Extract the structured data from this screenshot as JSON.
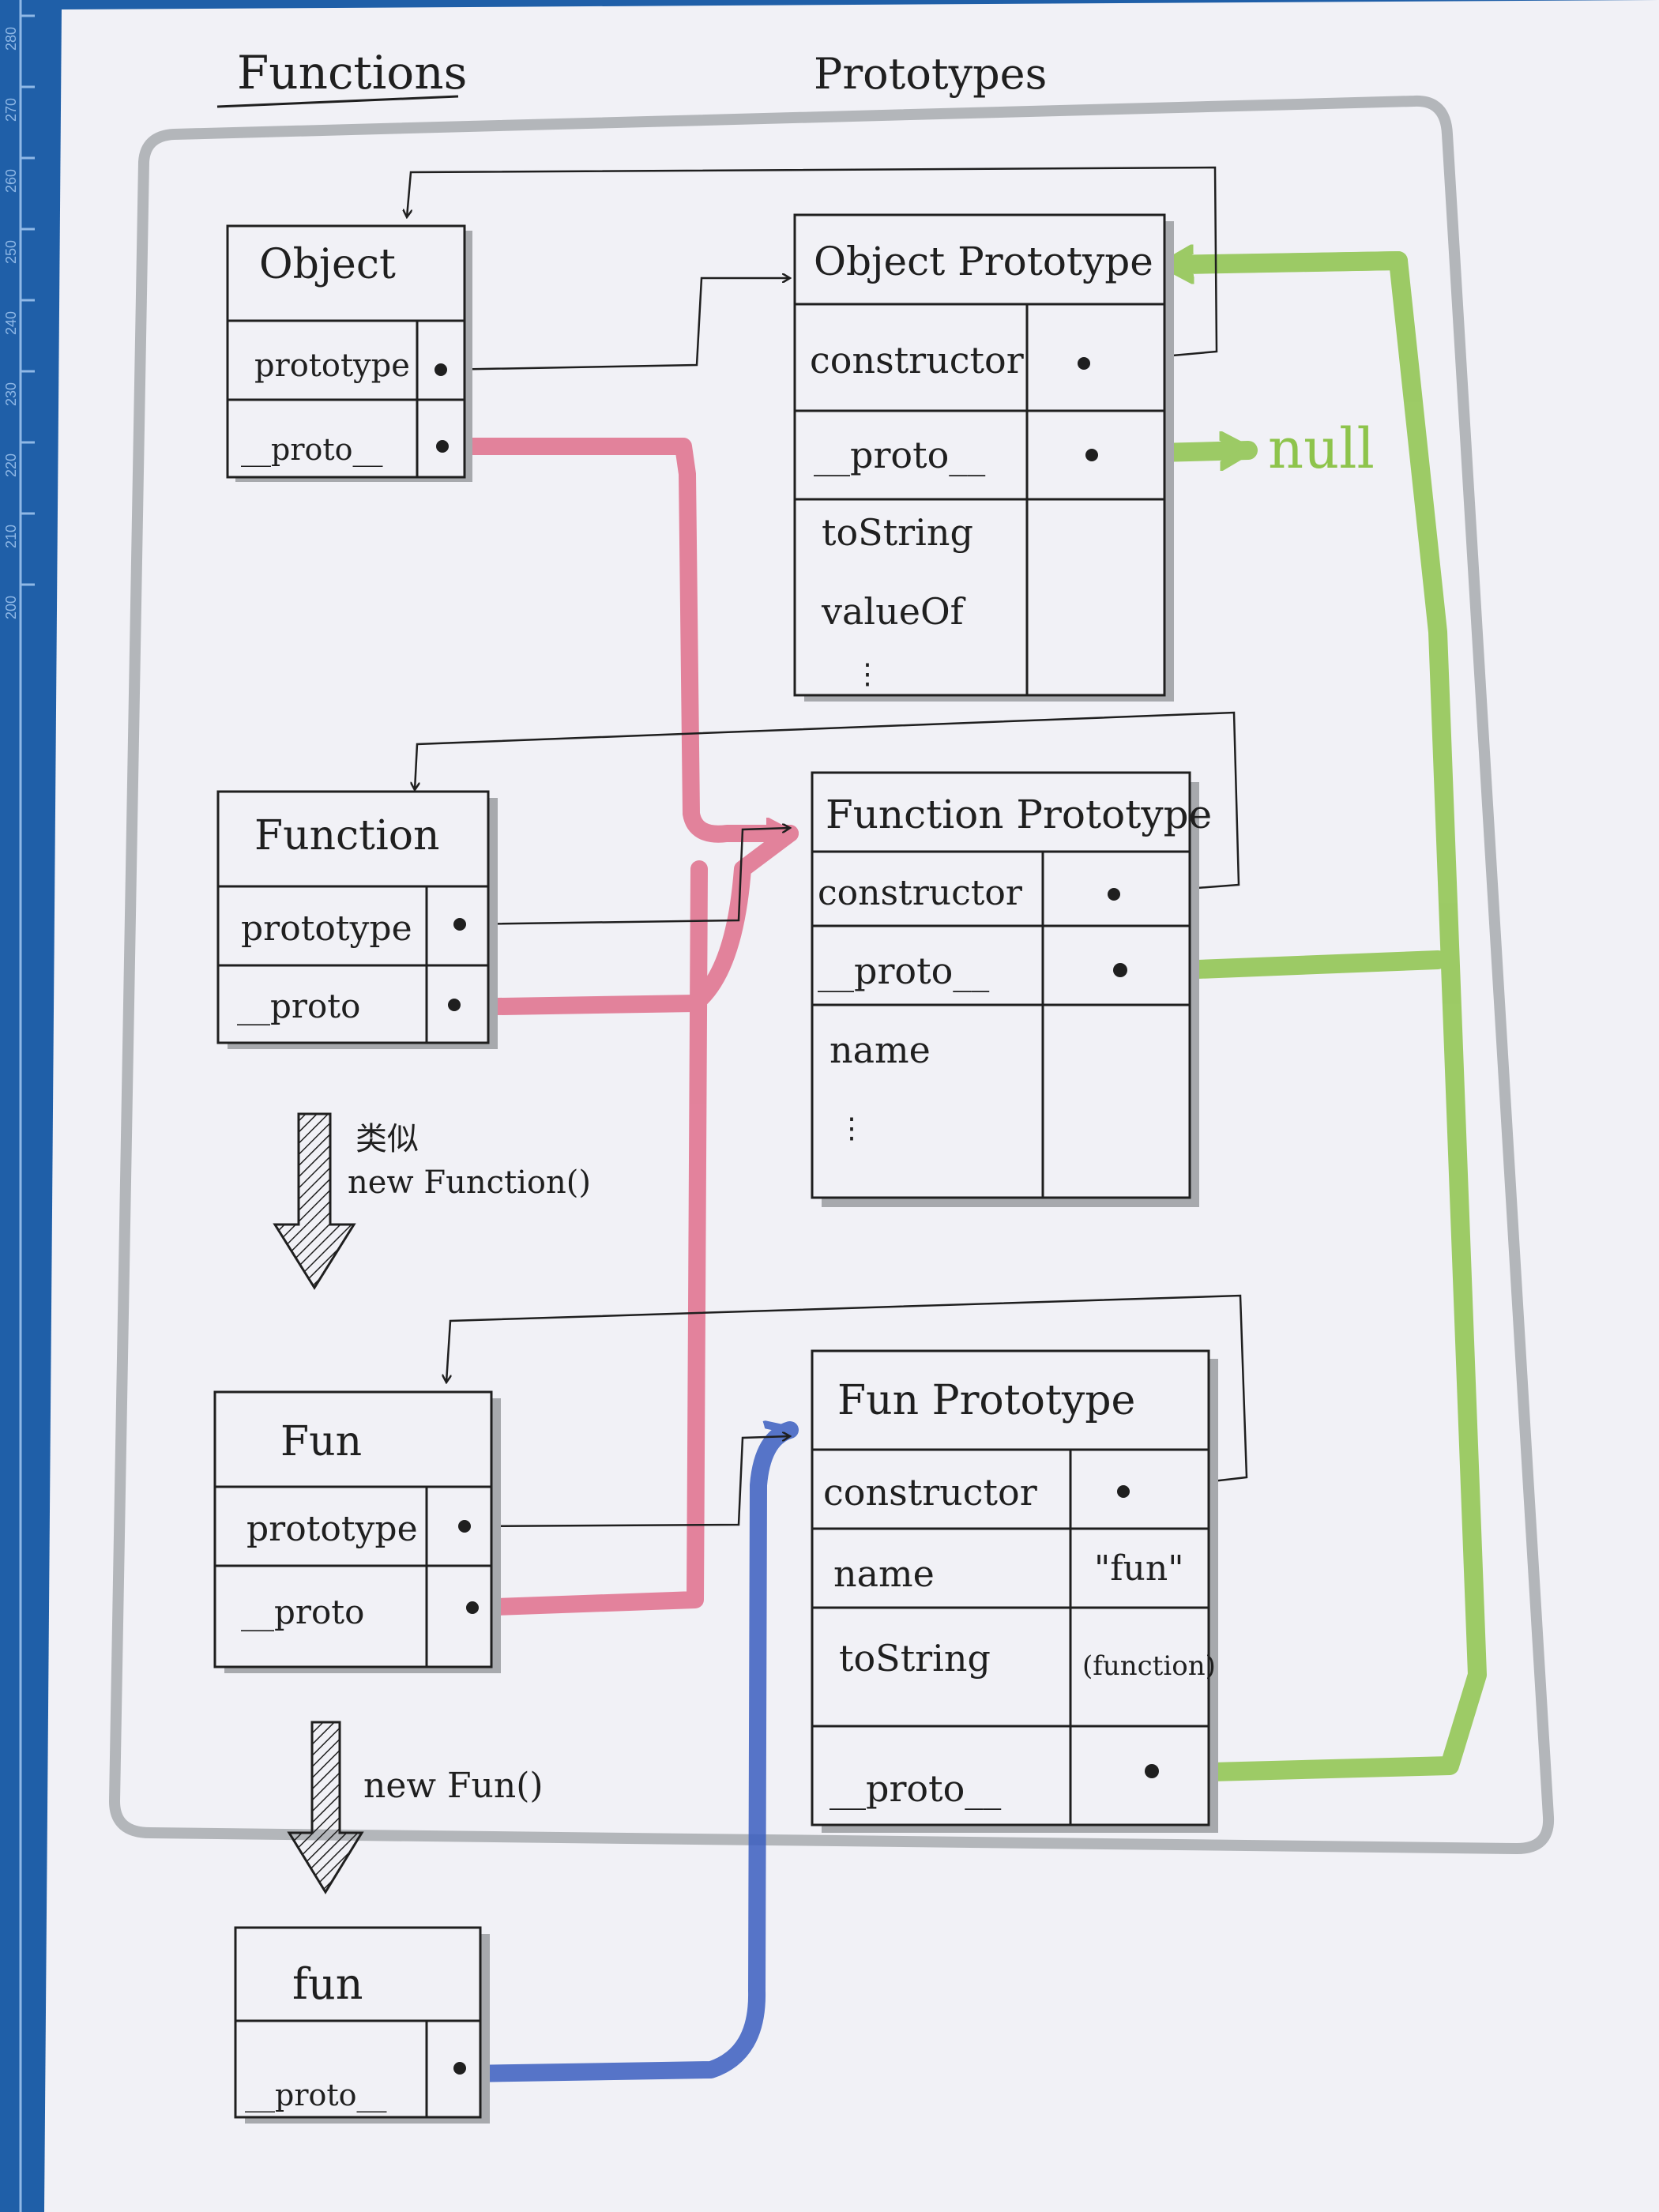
{
  "headers": {
    "functions": "Functions",
    "prototypes": "Prototypes"
  },
  "boxes": {
    "object": {
      "title": "Object",
      "rows": [
        "prototype",
        "__proto__"
      ]
    },
    "function": {
      "title": "Function",
      "rows": [
        "prototype",
        "__proto"
      ]
    },
    "fun": {
      "title": "Fun",
      "rows": [
        "prototype",
        "__proto"
      ]
    },
    "fun_inst": {
      "title": "fun",
      "rows": [
        "__proto__"
      ]
    },
    "object_prototype": {
      "title": "Object  Prototype",
      "rows": [
        "constructor",
        "__proto__",
        "toString",
        "valueOf",
        "⋮"
      ]
    },
    "function_prototype": {
      "title": "Function  Prototype",
      "rows": [
        "constructor",
        "__proto__",
        "name",
        "⋮"
      ]
    },
    "fun_prototype": {
      "title": "Fun  Prototype",
      "rows": [
        "constructor",
        "name",
        "toString",
        "__proto__"
      ],
      "values": {
        "name": "\"fun\"",
        "toString": "(function)"
      }
    }
  },
  "annotations": {
    "null_label": "null",
    "arrow1_cn": "类似",
    "arrow1_label": "new Function()",
    "arrow2_label": "new Fun()"
  },
  "ruler": {
    "ticks": [
      "280",
      "270",
      "260",
      "250",
      "240",
      "230",
      "220",
      "210",
      "200"
    ]
  },
  "colors": {
    "paper": "#f1f1f6",
    "ink": "#1f1f1f",
    "box_shadow": "#a7a9ad",
    "frame": "#b3b6ba",
    "pink": "#e06f8c",
    "green": "#8ec44c",
    "blue": "#3b5fc0",
    "mat": "#1f5fa8"
  }
}
